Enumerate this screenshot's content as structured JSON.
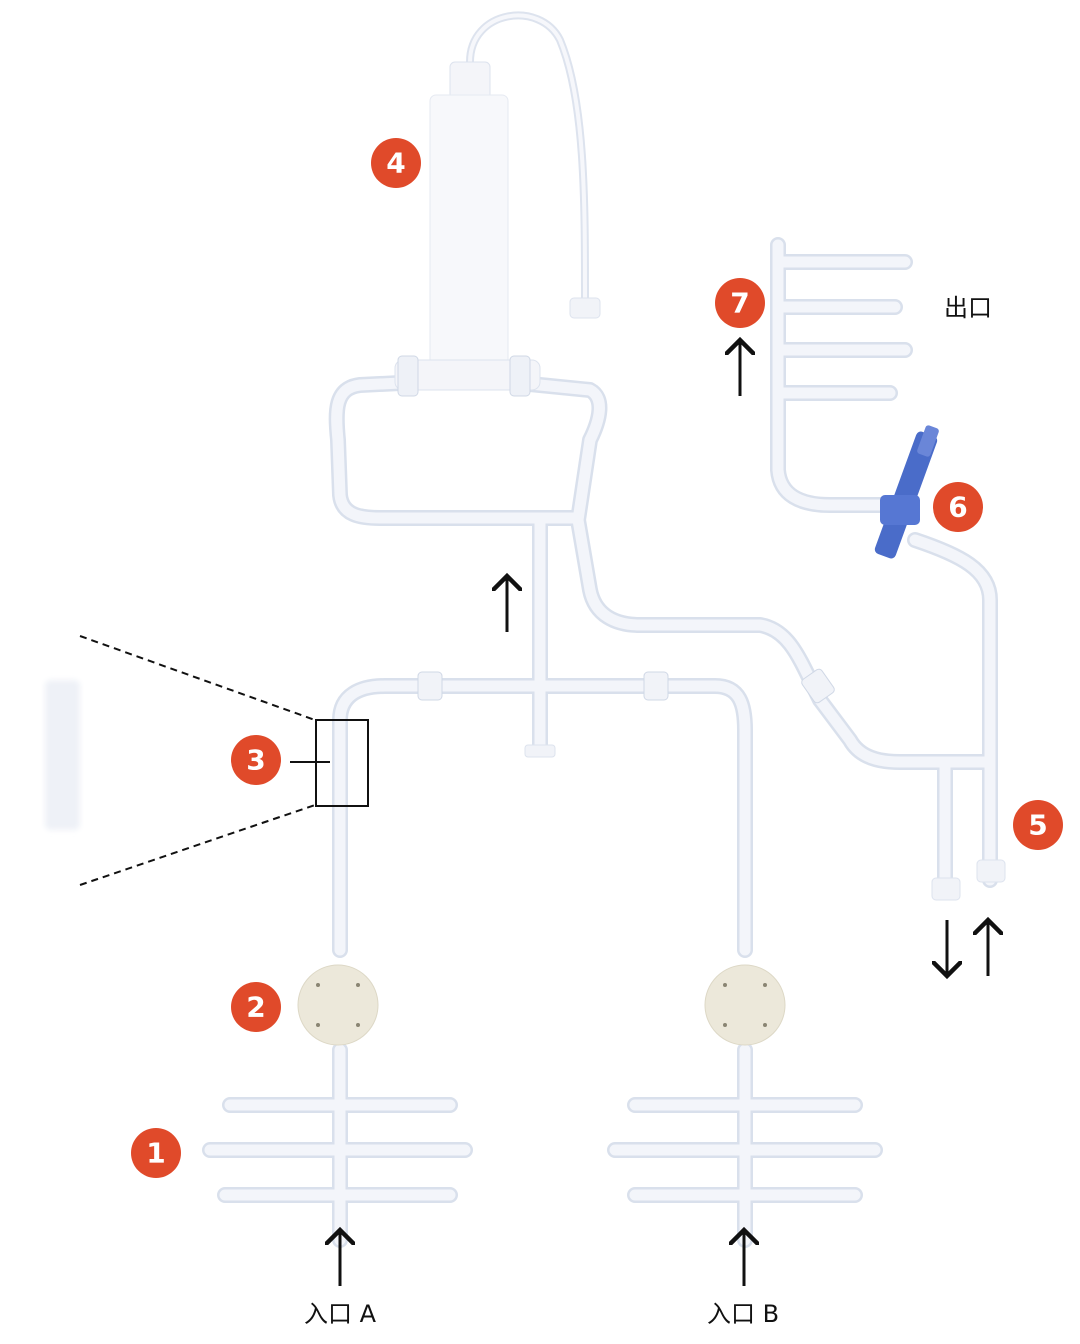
{
  "badge_color": "#e04a2a",
  "valve_color": "#4a6cc9",
  "badges": [
    {
      "id": "1",
      "text": "1"
    },
    {
      "id": "2",
      "text": "2"
    },
    {
      "id": "3",
      "text": "3"
    },
    {
      "id": "4",
      "text": "4"
    },
    {
      "id": "5",
      "text": "5"
    },
    {
      "id": "6",
      "text": "6"
    },
    {
      "id": "7",
      "text": "7"
    }
  ],
  "labels": {
    "outlet": "出口",
    "inlet_a": "入口 A",
    "inlet_b": "入口 B"
  }
}
